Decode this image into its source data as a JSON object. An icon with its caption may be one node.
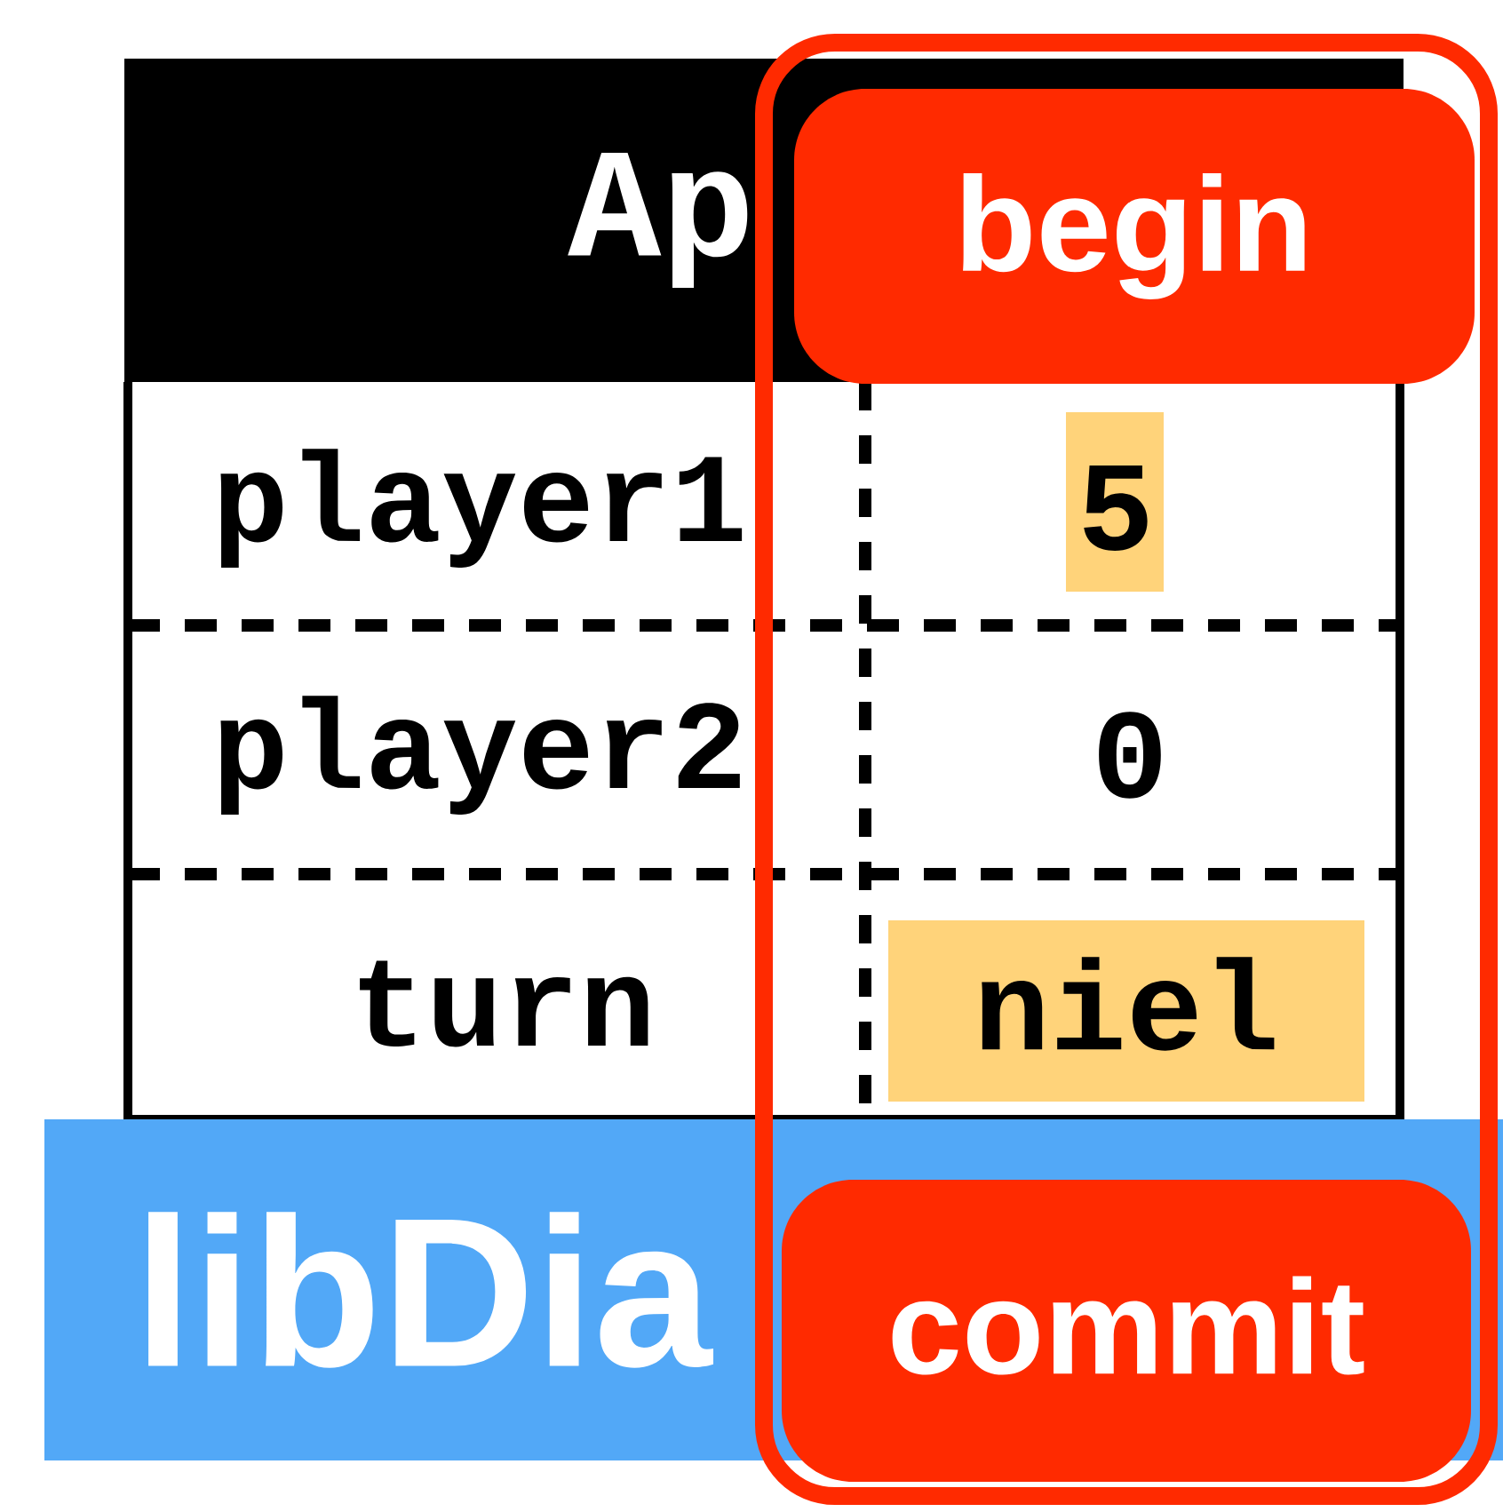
{
  "diagram": {
    "nodes": [
      {
        "text": [
          "Ap"
        ]
      },
      {
        "text": [],
        "shape": "box"
      },
      {
        "text": [
          "begin"
        ],
        "in": 1
      },
      {
        "text": [
          "commit"
        ],
        "in": 1
      },
      {
        "text": [
          "libDia"
        ]
      }
    ],
    "labels": [
      "player1",
      "5",
      "player2",
      "0",
      "turn",
      "niel"
    ]
  }
}
